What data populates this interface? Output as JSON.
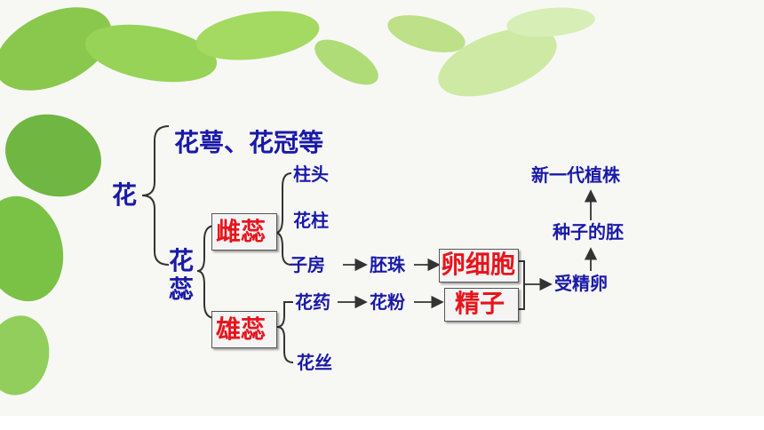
{
  "diagram": {
    "root": "花",
    "sepal_petal": "花萼、花冠等",
    "pistil_stamen_group": "花蕊",
    "pistil": "雌蕊",
    "stamen": "雄蕊",
    "stigma": "柱头",
    "style": "花柱",
    "ovary": "子房",
    "ovule": "胚珠",
    "egg_cell": "卵细胞",
    "anther": "花药",
    "pollen": "花粉",
    "sperm": "精子",
    "filament": "花丝",
    "fertilized_egg": "受精卵",
    "seed_embryo": "种子的胚",
    "new_generation": "新一代植株"
  },
  "colors": {
    "text": "#1a1aa8",
    "highlight": "#e8141c",
    "line": "#333333",
    "leaf": "#5fae2e"
  }
}
